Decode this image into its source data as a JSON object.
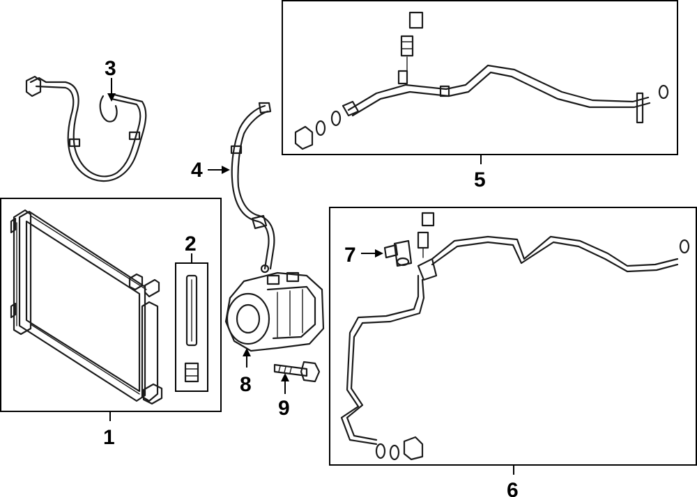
{
  "callouts": [
    {
      "id": "1",
      "label": "1"
    },
    {
      "id": "2",
      "label": "2"
    },
    {
      "id": "3",
      "label": "3"
    },
    {
      "id": "4",
      "label": "4"
    },
    {
      "id": "5",
      "label": "5"
    },
    {
      "id": "6",
      "label": "6"
    },
    {
      "id": "7",
      "label": "7"
    },
    {
      "id": "8",
      "label": "8"
    },
    {
      "id": "9",
      "label": "9"
    }
  ],
  "colors": {
    "line": "#1a1a1a",
    "background": "#ffffff"
  }
}
